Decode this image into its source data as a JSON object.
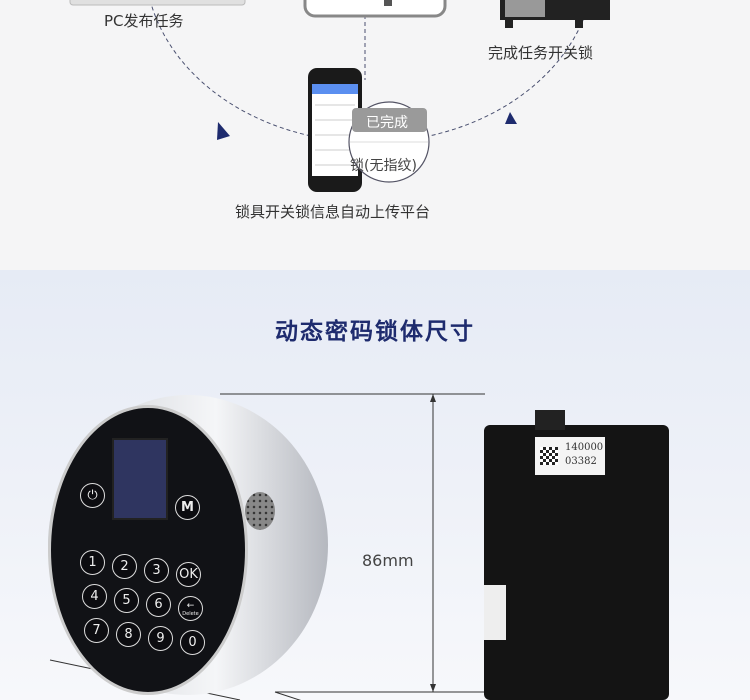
{
  "flow": {
    "step_pc": "PC发布任务",
    "step_complete": "完成任务开关锁",
    "step_upload": "锁具开关锁信息自动上传平台",
    "magnifier_status": "已完成",
    "magnifier_text": "锁(无指纹)"
  },
  "section_title": "动态密码锁体尺寸",
  "dimension_label": "86mm",
  "keypad": {
    "power_icon": "power-icon",
    "menu_key": "M",
    "keys": [
      "1",
      "2",
      "3",
      "OK",
      "4",
      "5",
      "6",
      "←",
      "7",
      "8",
      "9",
      "0"
    ],
    "delete_label": "Delete"
  },
  "lock_body_label": {
    "line1": "140000",
    "line2": "03382"
  },
  "colors": {
    "title": "#1e2b6e",
    "arrow": "#1e2b6e"
  }
}
